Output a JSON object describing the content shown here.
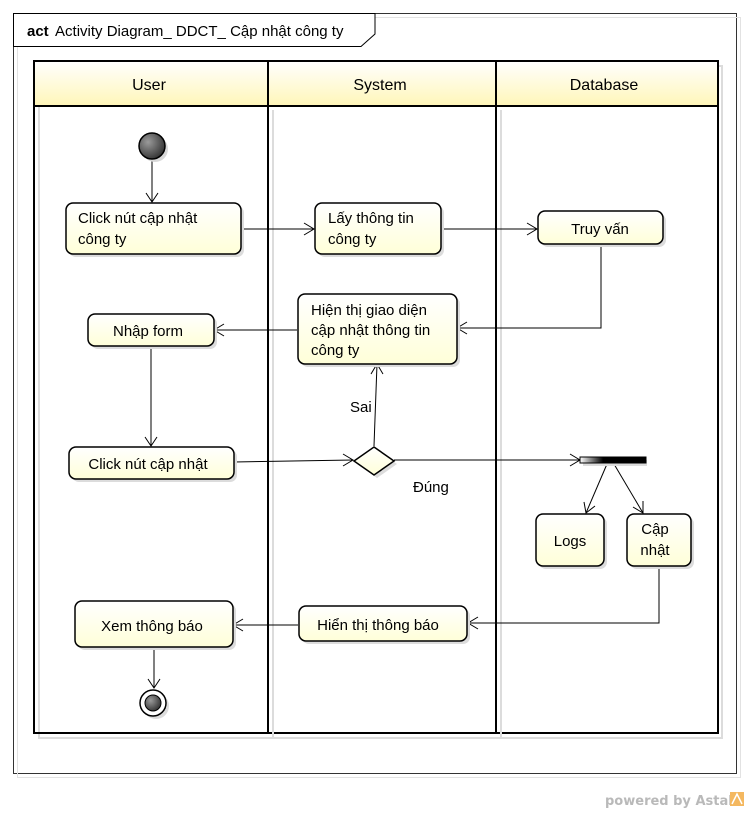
{
  "frame": {
    "keyword": "act",
    "title": "Activity Diagram_ DDCT_ Cập nhật công ty"
  },
  "lanes": [
    {
      "name": "User"
    },
    {
      "name": "System"
    },
    {
      "name": "Database"
    }
  ],
  "actions": {
    "click_update_company": [
      "Click nút cập nhật",
      "công ty"
    ],
    "get_info": [
      "Lấy thông tin",
      "công ty"
    ],
    "query": [
      "Truy vấn"
    ],
    "show_update_ui": [
      "Hiện thị giao diện",
      "cập nhật thông tin",
      "công ty"
    ],
    "input_form": [
      "Nhập form"
    ],
    "click_update": [
      "Click nút cập nhật"
    ],
    "logs": [
      "Logs"
    ],
    "update": [
      "Cập",
      "nhật"
    ],
    "show_notice": [
      "Hiển thị thông báo"
    ],
    "view_notice": [
      "Xem thông báo"
    ]
  },
  "guards": {
    "false": "Sai",
    "true": "Đúng"
  },
  "colors": {
    "action_fill": "#ffffe0",
    "header_fill": "#fff8c8",
    "stroke": "#000000"
  },
  "watermark": {
    "prefix": "powered by ",
    "brand": "Astah"
  }
}
